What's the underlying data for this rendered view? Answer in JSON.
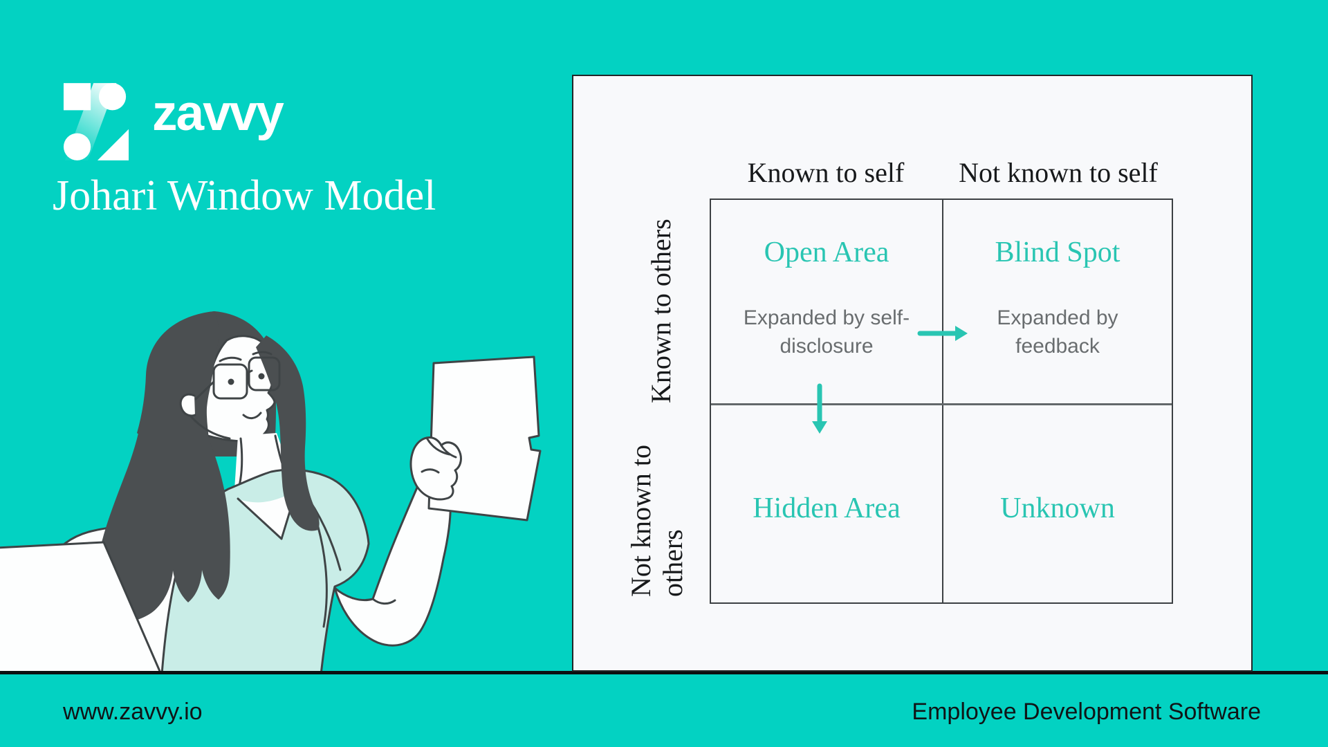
{
  "header": {
    "logo": {
      "mark_icon": "zavvy-logo-mark",
      "wordmark": "zavvy"
    },
    "title": "Johari Window Model"
  },
  "matrix": {
    "column_headers": [
      "Known to self",
      "Not known to self"
    ],
    "row_headers": [
      "Known to others",
      "Not known to others"
    ],
    "quadrants": [
      {
        "title": "Open Area",
        "note": "Expanded by self-disclosure"
      },
      {
        "title": "Blind Spot",
        "note": "Expanded by feedback"
      },
      {
        "title": "Hidden Area",
        "note": ""
      },
      {
        "title": "Unknown",
        "note": ""
      }
    ],
    "arrow_icons": [
      "right-arrow-icon",
      "down-arrow-icon"
    ]
  },
  "footer": {
    "website": "www.zavvy.io",
    "tagline": "Employee Development Software"
  },
  "illustration": {
    "description": "woman with glasses at desk holding a sheet of paper, laptop in front"
  },
  "colors": {
    "background": "#03d2c2",
    "accent_teal": "#29c5b2",
    "panel_background": "#f8f9fb",
    "ink": "#17191b",
    "muted_text": "#696d6f",
    "shirt_mint": "#c9ede7",
    "hair": "#4b4f51",
    "outline": "#3f4446",
    "desk_line": "#0c0f10"
  }
}
